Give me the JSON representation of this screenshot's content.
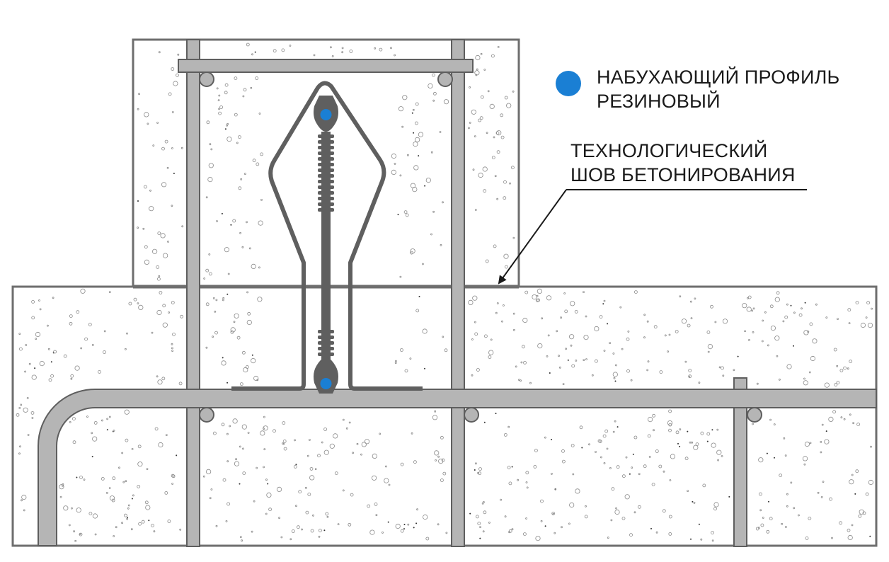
{
  "legend": {
    "swelling_profile": {
      "line1": "НАБУХАЮЩИЙ ПРОФИЛЬ",
      "line2": "РЕЗИНОВЫЙ"
    }
  },
  "annotations": {
    "construction_joint": {
      "line1": "ТЕХНОЛОГИЧЕСКИЙ",
      "line2": "ШОВ БЕТОНИРОВАНИЯ"
    }
  },
  "colors": {
    "concrete_outline": "#6e6e6e",
    "rebar_fill": "#b5b5b5",
    "rebar_stroke": "#5e5e5e",
    "waterstop": "#5f5f5f",
    "swelling_profile": "#1a7fd4",
    "text": "#1a1a1a",
    "arrow": "#1a1a1a"
  },
  "icons": {
    "legend_marker": "blue-dot-icon"
  }
}
